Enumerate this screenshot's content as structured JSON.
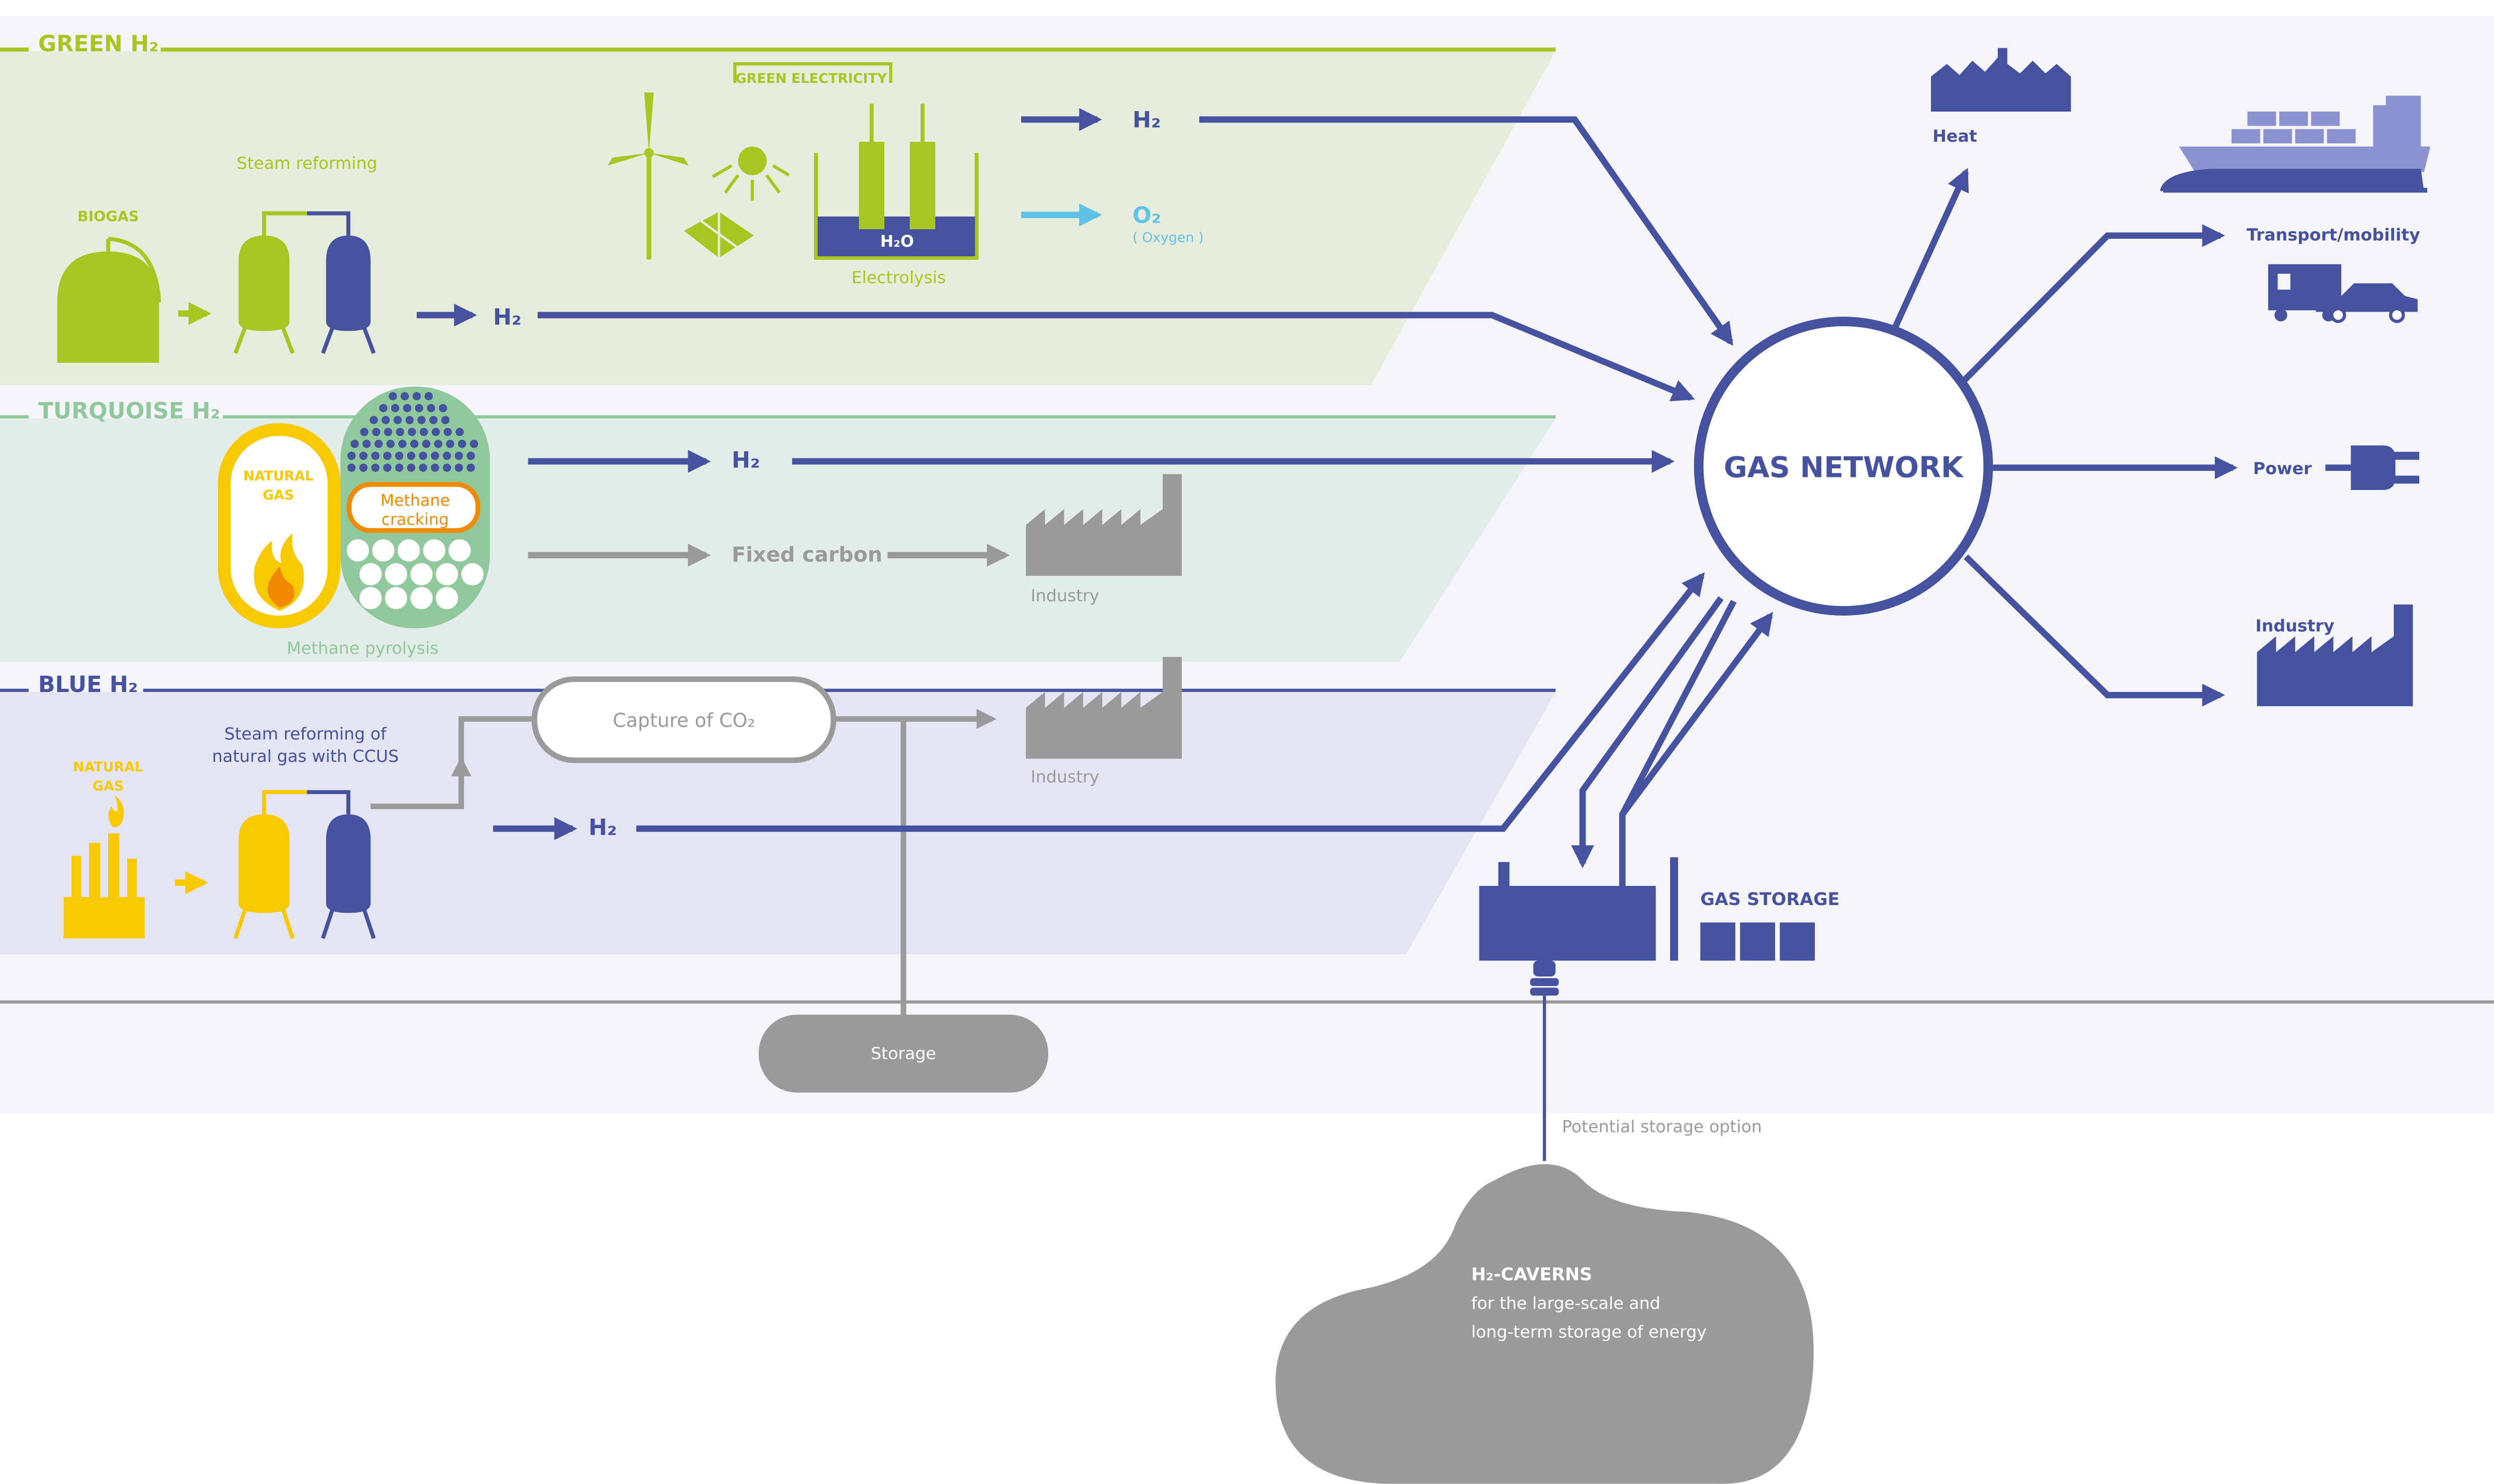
{
  "sections": {
    "green": "GREEN H₂",
    "turquoise": "TURQUOISE H₂",
    "blue": "BLUE H₂"
  },
  "green": {
    "green_electricity": "GREEN ELECTRICITY",
    "steam_reforming": "Steam reforming",
    "biogas": "BIOGAS",
    "h2o": "H₂O",
    "electrolysis": "Electrolysis",
    "h2_top": "H₂",
    "o2": "O₂",
    "oxygen": "( Oxygen )",
    "h2_mid": "H₂"
  },
  "turquoise": {
    "natural_gas_line1": "NATURAL",
    "natural_gas_line2": "GAS",
    "methane_cracking_line1": "Methane",
    "methane_cracking_line2": "cracking",
    "methane_pyrolysis": "Methane pyrolysis",
    "h2": "H₂",
    "fixed_carbon": "Fixed carbon",
    "industry": "Industry"
  },
  "blue": {
    "natural_gas_line1": "NATURAL",
    "natural_gas_line2": "GAS",
    "steam_reforming_line1": "Steam reforming of",
    "steam_reforming_line2": "natural gas with CCUS",
    "capture_co2": "Capture of CO₂",
    "h2": "H₂",
    "industry": "Industry",
    "storage": "Storage"
  },
  "network": {
    "gas_network": "GAS NETWORK",
    "heat": "Heat",
    "transport": "Transport/mobility",
    "power": "Power",
    "industry": "Industry",
    "gas_storage": "GAS STORAGE"
  },
  "cavern": {
    "potential": "Potential storage option",
    "title": "H₂-CAVERNS",
    "line1": "for the large-scale and",
    "line2": "long-term storage of energy"
  },
  "colors": {
    "green": "#a8c522",
    "turquoise": "#8fc89a",
    "blue": "#4452a0",
    "grey": "#9a9a9a",
    "yellow": "#f9c900",
    "orange": "#f08a00",
    "light_blue": "#61c2e8",
    "bg": "#f4f4f9",
    "green_band": "#e6eedb",
    "turquoise_band": "#e2ece8",
    "blue_band": "#e4e4f2"
  }
}
